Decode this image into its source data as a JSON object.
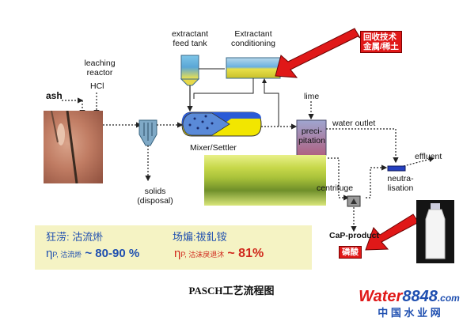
{
  "labels": {
    "extractant_feed_tank": "extractant\nfeed tank",
    "extractant_conditioning": "Extractant\nconditioning",
    "leaching_reactor": "leaching\nreactor",
    "hcl": "HCl",
    "ash": "ash",
    "lime": "lime",
    "water_outlet": "water outlet",
    "precipitation": "preci-\npitation",
    "mixer_settler": "Mixer/Settler",
    "solids": "solids\n(disposal)",
    "centrifuge": "centrifuge",
    "effluent": "effluent",
    "neutralisation": "neutra-\nlisation",
    "cap_product": "CaP-product"
  },
  "tags": {
    "top_tag": "回收技术\n金属/稀土",
    "bottom_tag": "磷酸"
  },
  "info": {
    "left_name": "狂涝: 沽流烞",
    "left_eta": "η",
    "left_sub": "P, 沽流烞",
    "left_value": "~ 80-90 %",
    "right_name": "场煸:祓釓铵",
    "right_eta": "η",
    "right_sub": "P, 沽沫戾退沐",
    "right_value": "~ 81%"
  },
  "caption": "PASCH工艺流程图",
  "watermark": {
    "brand_water": "Water",
    "brand_num": "8848",
    "brand_dotcom": ".com",
    "chinese": "中 国 水 业 网"
  },
  "colors": {
    "arrow_red": "#e01818",
    "info_blue": "#1f4fb0",
    "info_red": "#d0281c",
    "mixer_blue": "#2a5bd7",
    "mixer_yellow": "#f2e600"
  }
}
